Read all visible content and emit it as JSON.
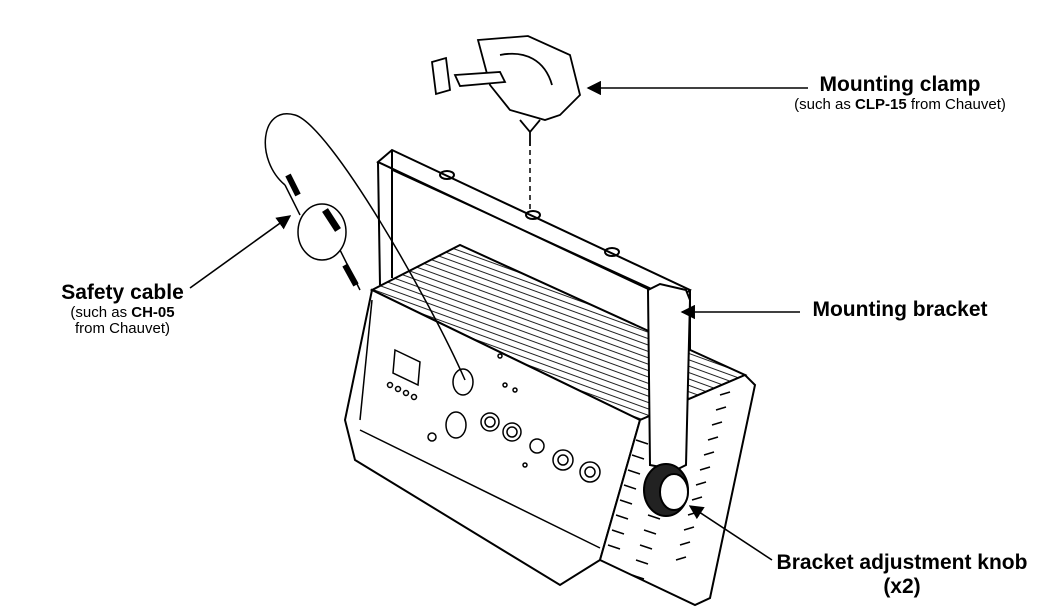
{
  "labels": {
    "mounting_clamp": {
      "title": "Mounting clamp",
      "sub_prefix": "(such as ",
      "sub_bold": "CLP-15",
      "sub_suffix": " from Chauvet)"
    },
    "safety_cable": {
      "title": "Safety cable",
      "sub1_prefix": "(such as ",
      "sub1_bold": "CH-05",
      "sub2": "from Chauvet)"
    },
    "mounting_bracket": {
      "title": "Mounting bracket"
    },
    "bracket_knob": {
      "title": "Bracket adjustment knob",
      "sub": "(x2)"
    }
  }
}
